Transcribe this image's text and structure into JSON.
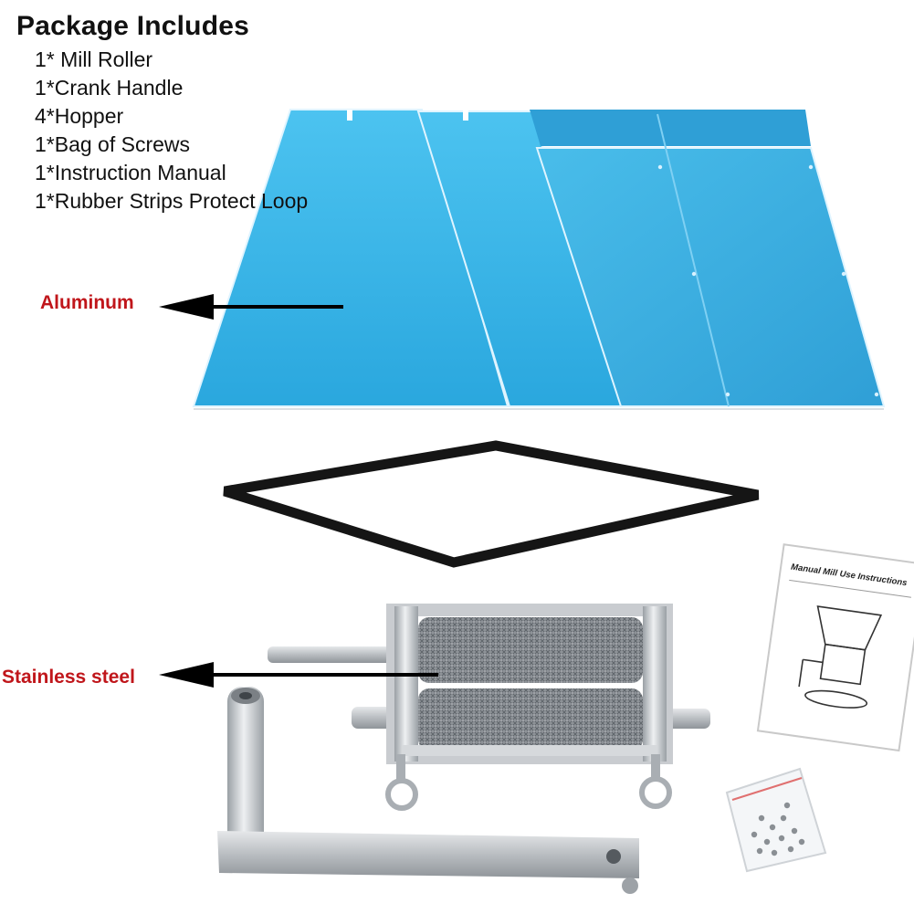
{
  "package": {
    "title": "Package Includes",
    "items": [
      "1* Mill Roller",
      "1*Crank Handle",
      "4*Hopper",
      "1*Bag of Screws",
      "1*Instruction Manual",
      "1*Rubber Strips Protect Loop"
    ]
  },
  "callouts": {
    "aluminum": "Aluminum",
    "stainless": "Stainless steel"
  },
  "manual": {
    "title": "Manual Mill Use Instructions"
  },
  "colors": {
    "panel": "#39b4e6",
    "panel_dark": "#2a9fd4",
    "callout_text": "#c0161b",
    "gasket": "#1a1a1a",
    "steel": "#b8bcc0"
  }
}
